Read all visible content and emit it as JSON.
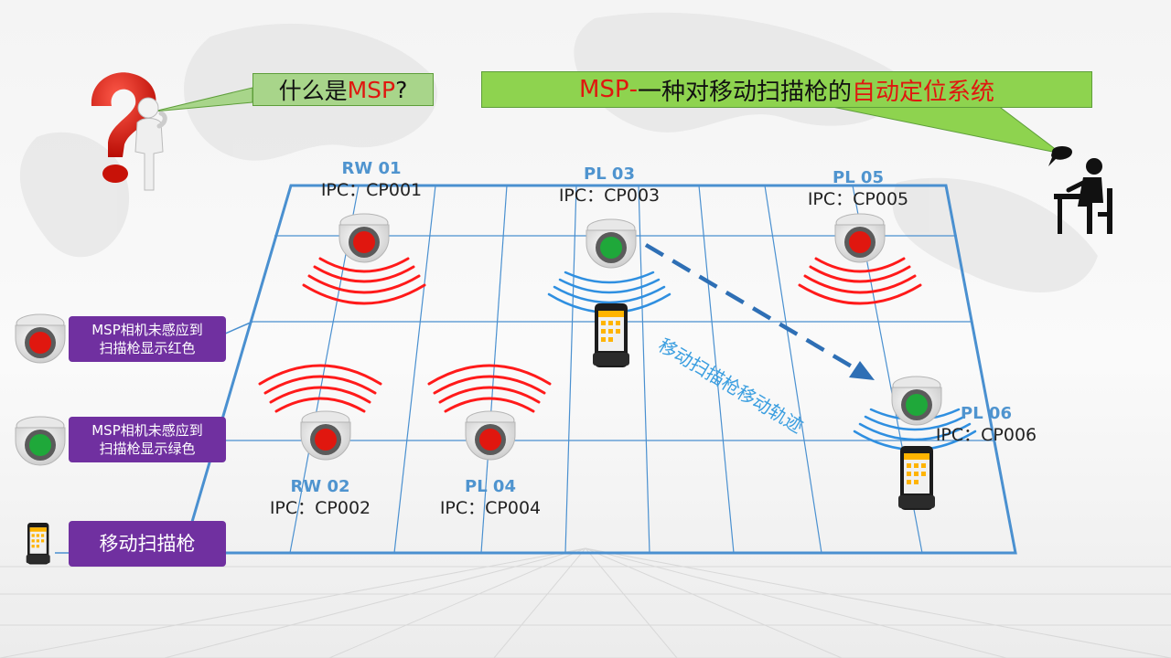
{
  "question": {
    "prefix": "什么是 ",
    "highlight": "MSP",
    "suffix": "?"
  },
  "answer": {
    "msp": "MSP",
    "dash": "-",
    "middle": "一种对移动扫描枪的",
    "highlight": "自动定位系统"
  },
  "cameras": [
    {
      "id": "RW 01",
      "ipc": "IPC：CP001",
      "status": "red"
    },
    {
      "id": "RW 02",
      "ipc": "IPC：CP002",
      "status": "red"
    },
    {
      "id": "PL 03",
      "ipc": "IPC：CP003",
      "status": "green"
    },
    {
      "id": "PL 04",
      "ipc": "IPC：CP004",
      "status": "red"
    },
    {
      "id": "PL 05",
      "ipc": "IPC：CP005",
      "status": "red"
    },
    {
      "id": "PL 06",
      "ipc": "IPC：CP006",
      "status": "green"
    }
  ],
  "path_label": "移动扫描枪移动轨迹",
  "legend": {
    "red_line1": "MSP相机未感应到",
    "red_line2": "扫描枪显示红色",
    "green_line1": "MSP相机未感应到",
    "green_line2": "扫描枪显示绿色",
    "scanner": "移动扫描枪"
  },
  "colors": {
    "red": "#e0170f",
    "green": "#1fa83a",
    "signal_red": "#ff1a1a",
    "signal_blue": "#2f8fe0",
    "grid": "#4a90d0",
    "legend": "#7030a0",
    "arrow": "#2e6fb5"
  },
  "icons": [
    "question-mark-icon",
    "thinking-person-icon",
    "speaker-person-icon",
    "dome-camera-icon",
    "mobile-scanner-icon"
  ]
}
